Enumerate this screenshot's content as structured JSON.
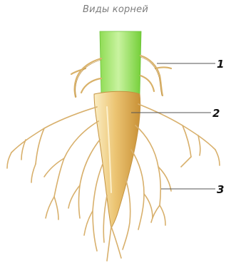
{
  "title": "Виды корней",
  "callouts": [
    {
      "number": "1"
    },
    {
      "number": "2"
    },
    {
      "number": "3"
    }
  ],
  "colors": {
    "stem_green": "#7fd742",
    "stem_light": "#c8f49a",
    "taproot_gold": "#e3b45a",
    "taproot_light": "#fbeec4",
    "root_outline": "#c49340",
    "fine_root": "#d6b06c",
    "leader_line": "#555555"
  }
}
